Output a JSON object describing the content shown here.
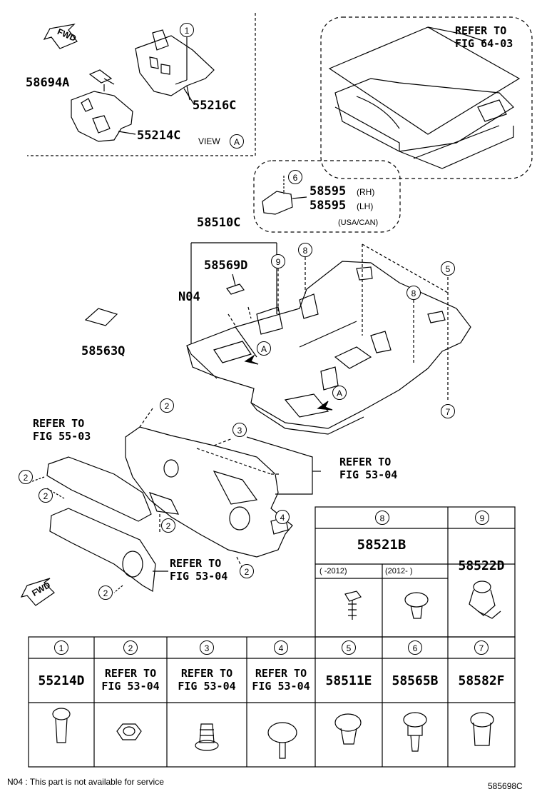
{
  "labels": {
    "fwd_top": "FWD",
    "fwd_bottom": "FWD",
    "view_a": "VIEW",
    "view_a_circle": "A",
    "p_58694A": "58694A",
    "p_55216C": "55216C",
    "p_55214C": "55214C",
    "ref_64_03": "REFER TO\nFIG 64-03",
    "p_58595_rh": "58595",
    "rh": "(RH)",
    "p_58595_lh": "58595",
    "lh": "(LH)",
    "usa_can": "(USA/CAN)",
    "p_58510C": "58510C",
    "p_58569D": "58569D",
    "n04": "N04",
    "p_58563Q": "58563Q",
    "ref_55_03": "REFER TO\nFIG 55-03",
    "ref_53_04_a": "REFER TO\nFIG 53-04",
    "ref_53_04_b": "REFER TO\nFIG 53-04",
    "circle_a1": "A",
    "circle_a2": "A",
    "callout_1": "1",
    "callout_2a": "2",
    "callout_2b": "2",
    "callout_2c": "2",
    "callout_2d": "2",
    "callout_2e": "2",
    "callout_2f": "2",
    "callout_3": "3",
    "callout_4": "4",
    "callout_5": "5",
    "callout_6": "6",
    "callout_7": "7",
    "callout_8a": "8",
    "callout_8b": "8",
    "callout_9": "9"
  },
  "table_top": {
    "col8_num": "8",
    "col8_part": "58521B",
    "col8_sub1": "(     -2012)",
    "col8_sub2": "(2012-     )",
    "col9_num": "9",
    "col9_part": "58522D"
  },
  "table_bottom": [
    {
      "num": "1",
      "part": "55214D"
    },
    {
      "num": "2",
      "part": "REFER TO\nFIG 53-04"
    },
    {
      "num": "3",
      "part": "REFER TO\nFIG 53-04"
    },
    {
      "num": "4",
      "part": "REFER TO\nFIG 53-04"
    },
    {
      "num": "5",
      "part": "58511E"
    },
    {
      "num": "6",
      "part": "58565B"
    },
    {
      "num": "7",
      "part": "58582F"
    }
  ],
  "footer": {
    "note": "N04 : This part is not available for service",
    "code": "585698C"
  }
}
